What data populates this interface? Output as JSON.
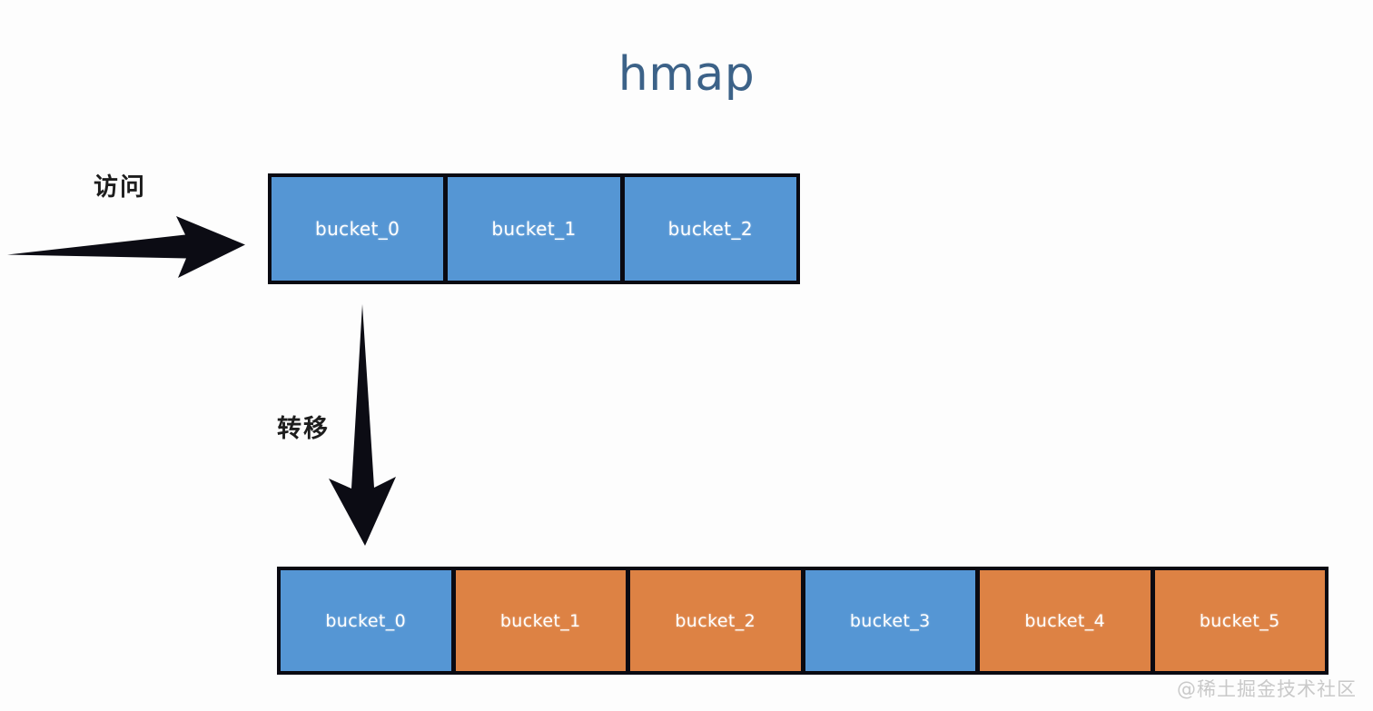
{
  "title": "hmap",
  "title_color": "#3c6288",
  "background_color": "#fdfdfd",
  "labels": {
    "access": "访问",
    "transfer": "转移"
  },
  "colors": {
    "blue": "#5596d4",
    "orange": "#dd8244",
    "border": "#0a0a12",
    "bucket_text": "#ffffff"
  },
  "rows": {
    "top": {
      "name": "hmap-old-buckets",
      "buckets": [
        {
          "label": "bucket_0",
          "color": "blue"
        },
        {
          "label": "bucket_1",
          "color": "blue"
        },
        {
          "label": "bucket_2",
          "color": "blue"
        }
      ]
    },
    "bottom": {
      "name": "hmap-new-buckets",
      "buckets": [
        {
          "label": "bucket_0",
          "color": "blue"
        },
        {
          "label": "bucket_1",
          "color": "orange"
        },
        {
          "label": "bucket_2",
          "color": "orange"
        },
        {
          "label": "bucket_3",
          "color": "blue"
        },
        {
          "label": "bucket_4",
          "color": "orange"
        },
        {
          "label": "bucket_5",
          "color": "orange"
        }
      ]
    }
  },
  "arrows": [
    {
      "name": "access-arrow",
      "direction": "right"
    },
    {
      "name": "transfer-arrow",
      "direction": "down"
    }
  ],
  "watermark": "@稀土掘金技术社区"
}
